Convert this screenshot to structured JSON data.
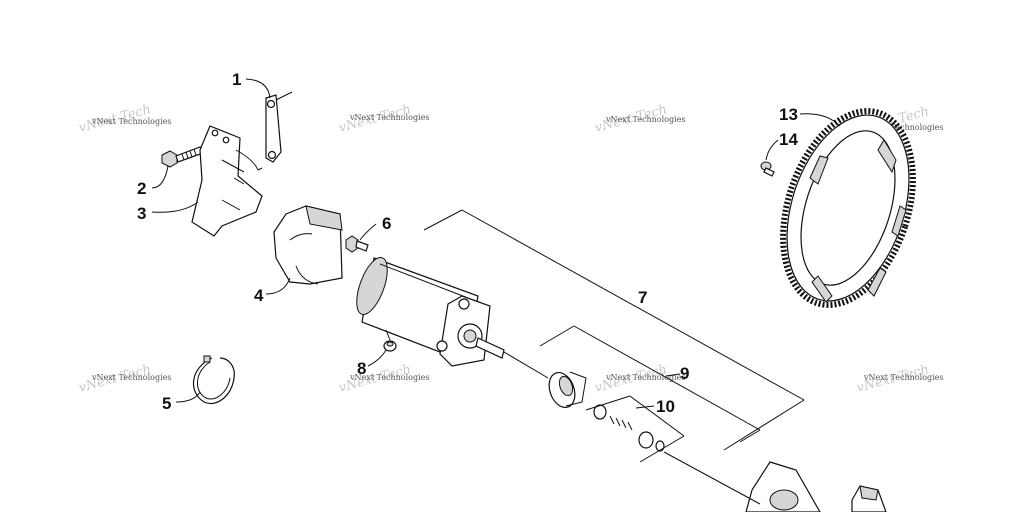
{
  "diagram": {
    "callouts": {
      "c1": "1",
      "c2": "2",
      "c3": "3",
      "c4": "4",
      "c5": "5",
      "c6": "6",
      "c7": "7",
      "c8": "8",
      "c9": "9",
      "c10": "10",
      "c13": "13",
      "c14": "14"
    },
    "watermark": {
      "text": "vNext Technologies"
    }
  }
}
